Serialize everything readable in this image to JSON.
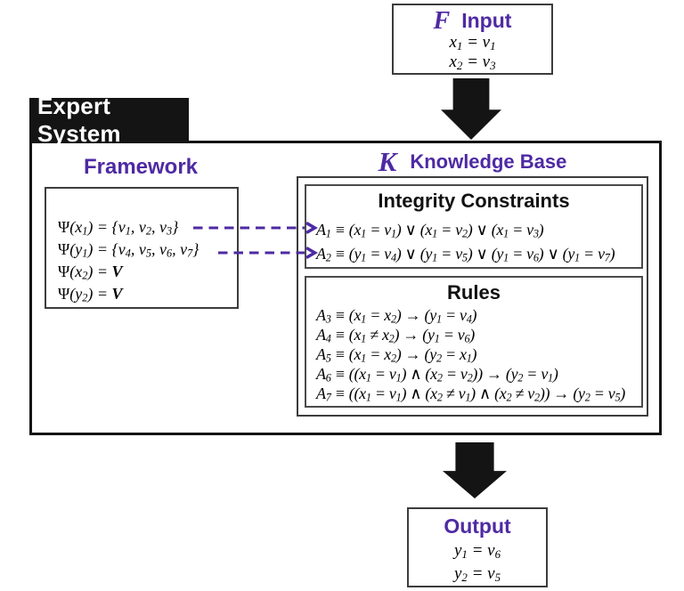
{
  "colors": {
    "purple": "#4E2AA3",
    "black": "#141414"
  },
  "input_box": {
    "symbol": "F",
    "title": "Input",
    "lines": [
      "x_1 = v_1",
      "x_2 = v_3"
    ]
  },
  "expert_system": {
    "label": "Expert System",
    "framework": {
      "title": "Framework",
      "lines": [
        "Ψ(x_1) = {v_1, v_2, v_3}",
        "Ψ(y_1) = {v_4, v_5, v_6, v_7}",
        "Ψ(x_2) = V",
        "Ψ(y_2) = V"
      ]
    },
    "knowledge_base": {
      "symbol": "K",
      "title": "Knowledge Base",
      "integrity_constraints": {
        "title": "Integrity Constraints",
        "lines": [
          "A_1 ≡ (x_1 = v_1) ∨ (x_1 = v_2) ∨ (x_1 = v_3)",
          "A_2 ≡ (y_1 = v_4) ∨ (y_1 = v_5) ∨ (y_1 = v_6) ∨ (y_1 = v_7)"
        ]
      },
      "rules": {
        "title": "Rules",
        "lines": [
          "A_3 ≡ (x_1 = x_2) → (y_1 = v_4)",
          "A_4 ≡ (x_1 ≠ x_2) → (y_1 = v_6)",
          "A_5 ≡ (x_1 = x_2) → (y_2 = x_1)",
          "A_6 ≡ ((x_1 = v_1) ∧ (x_2 = v_2)) → (y_2 = v_1)",
          "A_7 ≡ ((x_1 = v_1) ∧ (x_2 ≠ v_1) ∧ (x_2 ≠ v_2)) → (y_2 = v_5)"
        ]
      }
    }
  },
  "output_box": {
    "title": "Output",
    "lines": [
      "y_1 = v_6",
      "y_2 = v_5"
    ]
  }
}
